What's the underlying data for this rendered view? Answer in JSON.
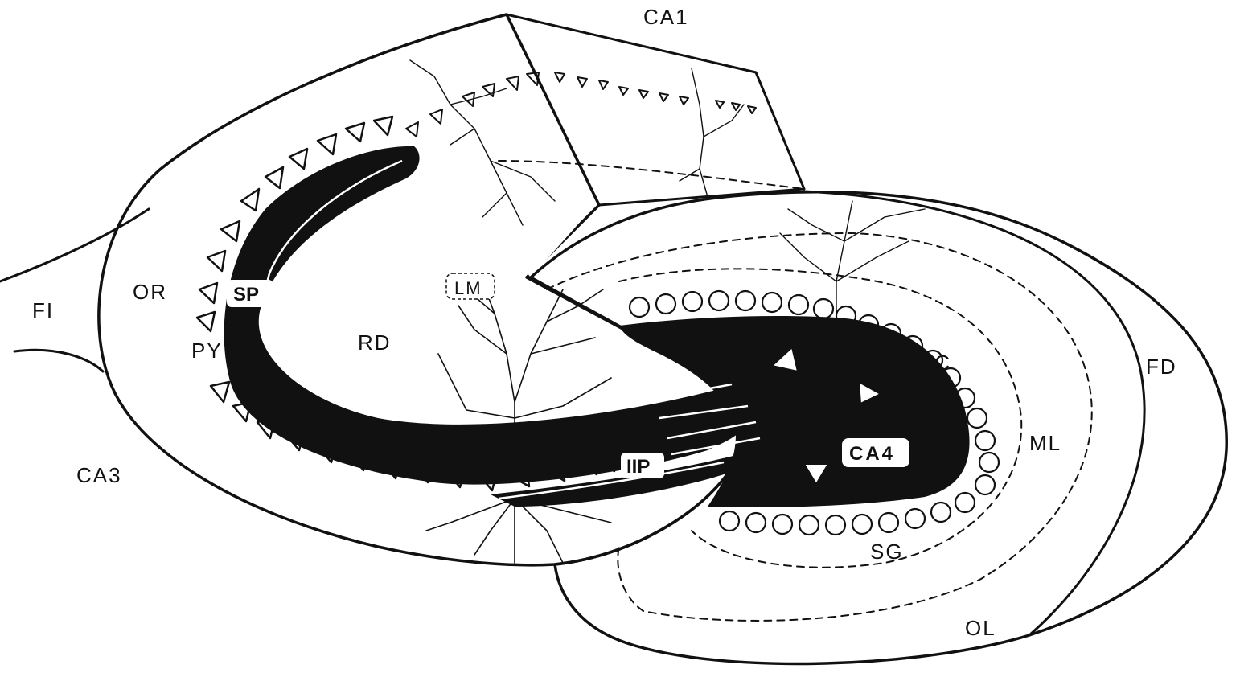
{
  "diagram": {
    "labels": {
      "ca1": "CA1",
      "ca3": "CA3",
      "ca4": "CA4",
      "fi": "FI",
      "or": "OR",
      "py": "PY",
      "sp": "SP",
      "rd": "RD",
      "lm": "LM",
      "iip": "IIP",
      "gc": "GC",
      "ml": "ML",
      "fd": "FD",
      "sg": "SG",
      "ol": "OL"
    },
    "colors": {
      "ink": "#111111",
      "paper": "#ffffff",
      "stipple": "#8c8c8c"
    }
  }
}
